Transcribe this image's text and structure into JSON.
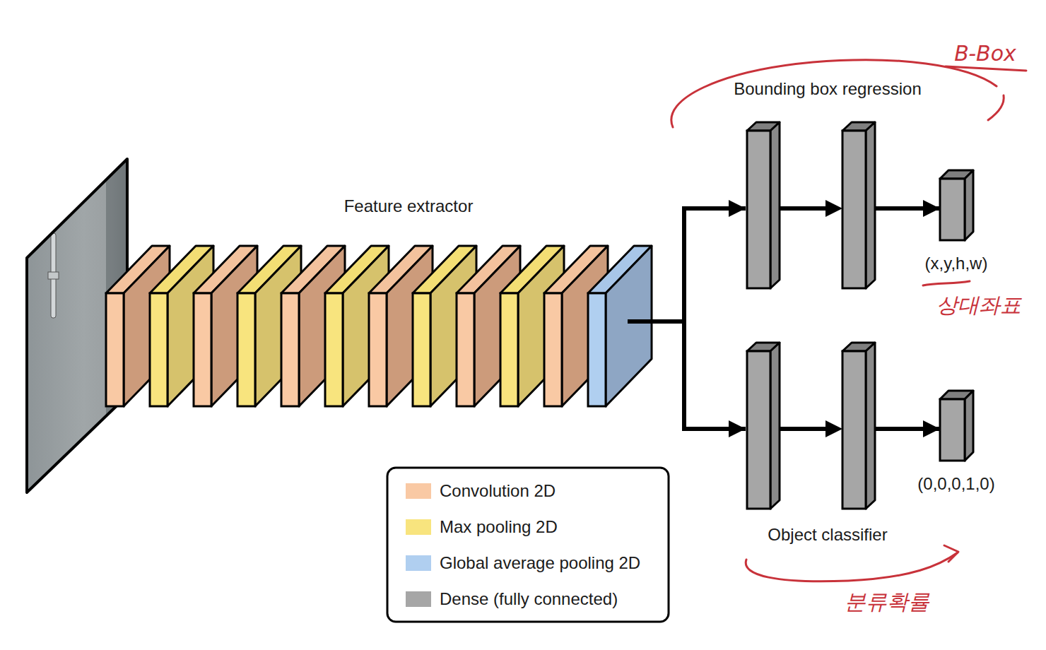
{
  "diagram": {
    "nodes": [
      {
        "text": [
          "Feature extractor"
        ]
      },
      {
        "text": [
          "Bounding box regression"
        ]
      },
      {
        "text": [
          "(x,y,h,w)"
        ]
      },
      {
        "text": [
          "Object classifier"
        ]
      },
      {
        "text": [
          "(0,0,0,1,0)"
        ]
      }
    ],
    "edges": [
      {
        "from": 0,
        "to": 1,
        "arrow": "to"
      },
      {
        "from": 1,
        "to": 2,
        "arrow": "to"
      },
      {
        "from": 0,
        "to": 3,
        "arrow": "to"
      },
      {
        "from": 3,
        "to": 4,
        "arrow": "to"
      }
    ],
    "labels": [
      "B-Box",
      "상대좌표",
      "분류확률"
    ],
    "legend": [
      {
        "text": "Convolution 2D",
        "color": "#f9c9a4"
      },
      {
        "text": "Max pooling 2D",
        "color": "#f8e47e"
      },
      {
        "text": "Global average pooling 2D",
        "color": "#b0cff0"
      },
      {
        "text": "Dense (fully connected)",
        "color": "#a6a6a6"
      }
    ]
  }
}
